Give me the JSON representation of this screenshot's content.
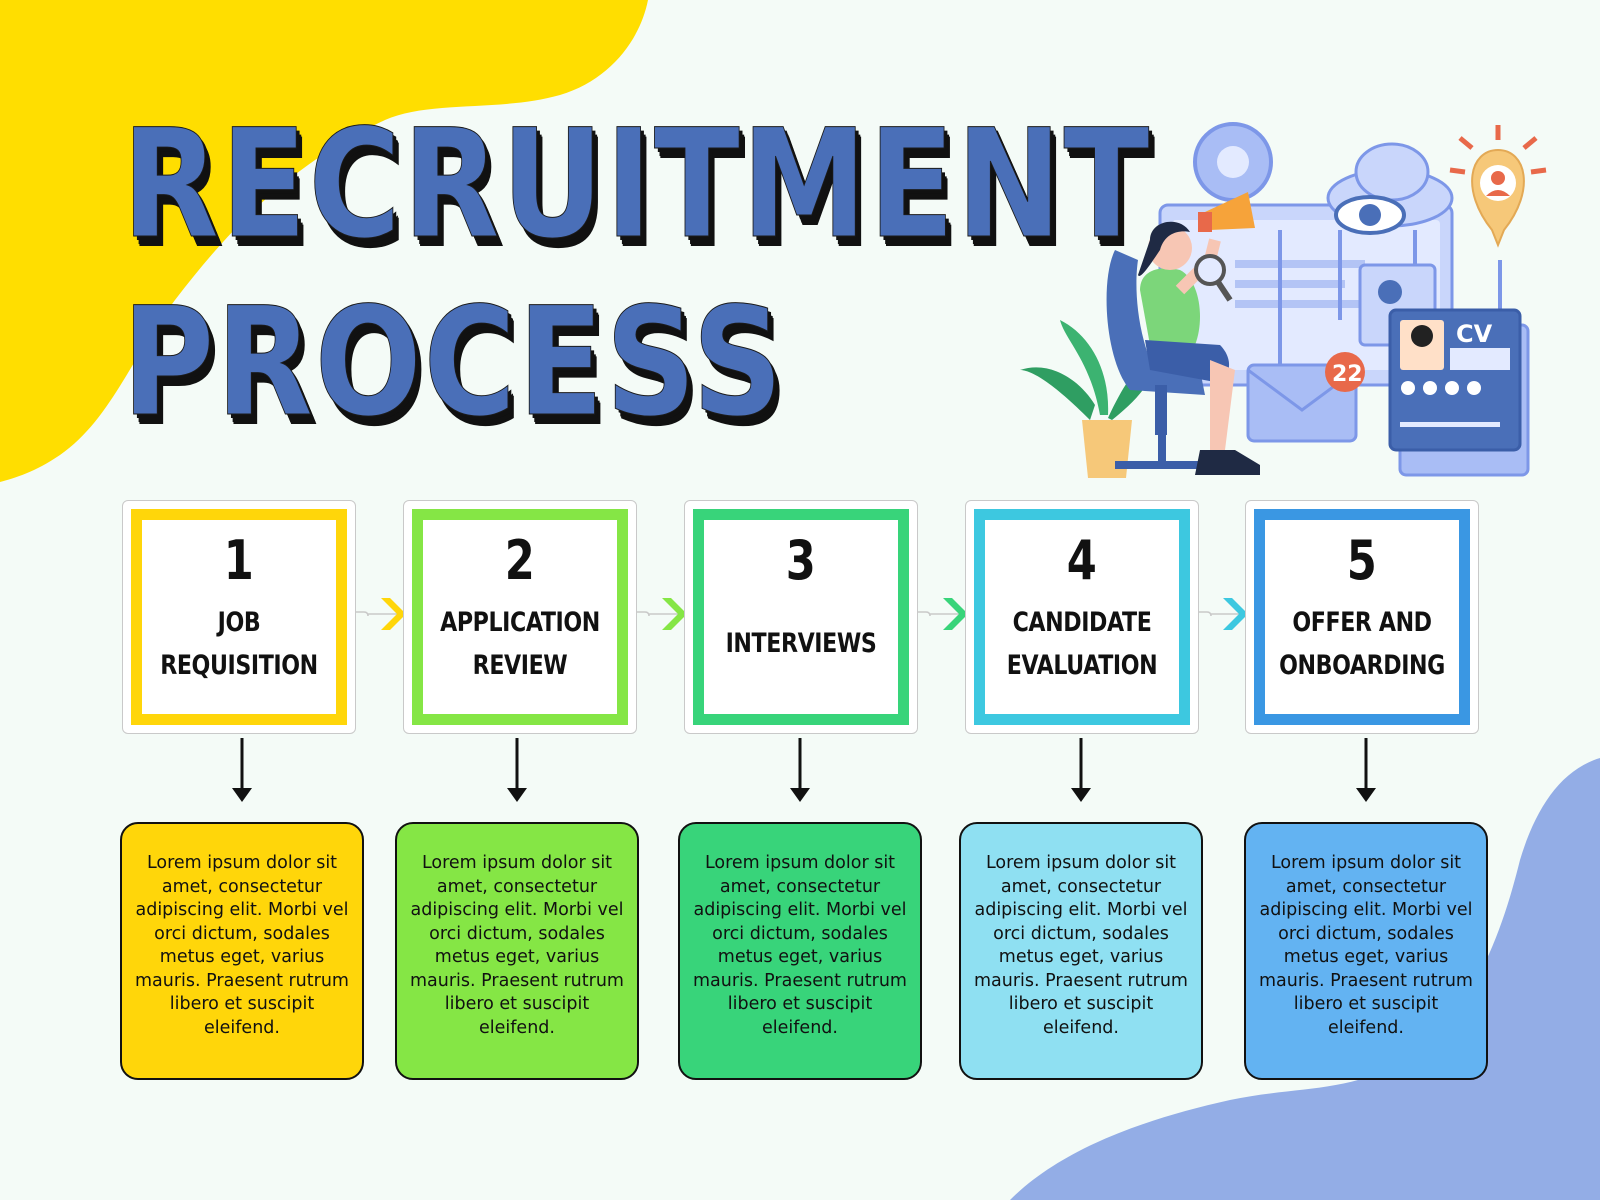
{
  "title": {
    "line1": "RECRUITMENT",
    "line2": "PROCESS"
  },
  "colors": {
    "background": "#f4fbf7",
    "yellow_blob": "#ffde00",
    "blue_blob": "#93ade6",
    "title": "#4a6fb8",
    "step1": "#ffd60a",
    "step2": "#85e645",
    "step3": "#38d47a",
    "step4": "#3dc8e0",
    "step5": "#3a97e3",
    "desc1": "#ffd60a",
    "desc2": "#85e645",
    "desc3": "#38d47a",
    "desc4": "#8fe0f2",
    "desc5": "#63b3f2"
  },
  "steps": [
    {
      "number": "1",
      "label": "JOB REQUISITION",
      "text": "Lorem ipsum dolor sit amet, consectetur adipiscing elit. Morbi vel orci dictum, sodales metus eget, varius mauris. Praesent rutrum libero et suscipit eleifend."
    },
    {
      "number": "2",
      "label": "APPLICATION REVIEW",
      "text": "Lorem ipsum dolor sit amet, consectetur adipiscing elit. Morbi vel orci dictum, sodales metus eget, varius mauris. Praesent rutrum libero et suscipit eleifend."
    },
    {
      "number": "3",
      "label": "INTERVIEWS",
      "text": "Lorem ipsum dolor sit amet, consectetur adipiscing elit. Morbi vel orci dictum, sodales metus eget, varius mauris. Praesent rutrum libero et suscipit eleifend."
    },
    {
      "number": "4",
      "label": "CANDIDATE EVALUATION",
      "text": "Lorem ipsum dolor sit amet, consectetur adipiscing elit. Morbi vel orci dictum, sodales metus eget, varius mauris. Praesent rutrum libero et suscipit eleifend."
    },
    {
      "number": "5",
      "label": "OFFER AND ONBOARDING",
      "text": "Lorem ipsum dolor sit amet, consectetur adipiscing elit. Morbi vel orci dictum, sodales metus eget, varius mauris. Praesent rutrum libero et suscipit eleifend."
    }
  ],
  "illustration": {
    "badge": "22",
    "cv_label": "CV",
    "icons": [
      "gear-icon",
      "megaphone-icon",
      "eye-icon",
      "cloud-icon",
      "location-pin-icon",
      "envelope-icon",
      "magnifier-icon",
      "plant-icon",
      "chair-icon"
    ]
  }
}
